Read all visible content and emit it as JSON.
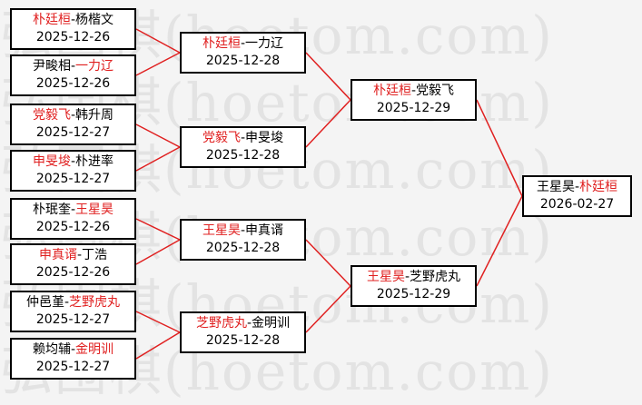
{
  "watermark": "弘围棋(hoetom.com)",
  "matches": [
    {
      "id": "r1m1",
      "p1": "朴廷桓",
      "p2": "杨楷文",
      "winner": 1,
      "date": "2025-12-26"
    },
    {
      "id": "r1m2",
      "p1": "尹畯相",
      "p2": "一力辽",
      "winner": 2,
      "date": "2025-12-26"
    },
    {
      "id": "r1m3",
      "p1": "党毅飞",
      "p2": "韩升周",
      "winner": 1,
      "date": "2025-12-27"
    },
    {
      "id": "r1m4",
      "p1": "申旻埈",
      "p2": "朴进率",
      "winner": 1,
      "date": "2025-12-27"
    },
    {
      "id": "r1m5",
      "p1": "朴珉奎",
      "p2": "王星昊",
      "winner": 2,
      "date": "2025-12-26"
    },
    {
      "id": "r1m6",
      "p1": "申真谞",
      "p2": "丁浩",
      "winner": 1,
      "date": "2025-12-26"
    },
    {
      "id": "r1m7",
      "p1": "仲邑堇",
      "p2": "芝野虎丸",
      "winner": 2,
      "date": "2025-12-27"
    },
    {
      "id": "r1m8",
      "p1": "赖均辅",
      "p2": "金明训",
      "winner": 2,
      "date": "2025-12-27"
    },
    {
      "id": "r2m1",
      "p1": "朴廷桓",
      "p2": "一力辽",
      "winner": 1,
      "date": "2025-12-28"
    },
    {
      "id": "r2m2",
      "p1": "党毅飞",
      "p2": "申旻埈",
      "winner": 1,
      "date": "2025-12-28"
    },
    {
      "id": "r2m3",
      "p1": "王星昊",
      "p2": "申真谞",
      "winner": 1,
      "date": "2025-12-28"
    },
    {
      "id": "r2m4",
      "p1": "芝野虎丸",
      "p2": "金明训",
      "winner": 1,
      "date": "2025-12-28"
    },
    {
      "id": "r3m1",
      "p1": "朴廷桓",
      "p2": "党毅飞",
      "winner": 1,
      "date": "2025-12-29"
    },
    {
      "id": "r3m2",
      "p1": "王星昊",
      "p2": "芝野虎丸",
      "winner": 1,
      "date": "2025-12-29"
    },
    {
      "id": "final",
      "p1": "王星昊",
      "p2": "朴廷桓",
      "winner": 2,
      "date": "2026-02-27"
    }
  ],
  "connections": [
    {
      "from": "r1m1",
      "to": "r2m1",
      "color": "#e02020"
    },
    {
      "from": "r1m2",
      "to": "r2m1",
      "color": "#e02020"
    },
    {
      "from": "r1m3",
      "to": "r2m2",
      "color": "#e02020"
    },
    {
      "from": "r1m4",
      "to": "r2m2",
      "color": "#e02020"
    },
    {
      "from": "r1m5",
      "to": "r2m3",
      "color": "#e02020"
    },
    {
      "from": "r1m6",
      "to": "r2m3",
      "color": "#e02020"
    },
    {
      "from": "r1m7",
      "to": "r2m4",
      "color": "#e02020"
    },
    {
      "from": "r1m8",
      "to": "r2m4",
      "color": "#e02020"
    },
    {
      "from": "r2m1",
      "to": "r3m1",
      "color": "#e02020"
    },
    {
      "from": "r2m2",
      "to": "r3m1",
      "color": "#e02020"
    },
    {
      "from": "r2m3",
      "to": "r3m2",
      "color": "#e02020"
    },
    {
      "from": "r2m4",
      "to": "r3m2",
      "color": "#e02020"
    },
    {
      "from": "r3m1",
      "to": "final",
      "color": "#e02020"
    },
    {
      "from": "r3m2",
      "to": "final",
      "color": "#e02020"
    }
  ],
  "colors": {
    "winner": "#e02020",
    "loser": "#000000",
    "line": "#e02020"
  }
}
